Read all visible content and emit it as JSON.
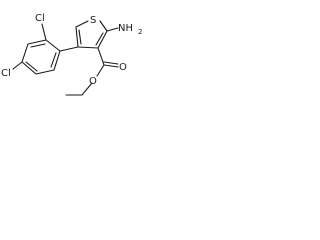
{
  "atoms": {
    "sulfur": "S",
    "amino_n": "NH",
    "amino_h_sub": "2",
    "chloro_top": "Cl",
    "chloro_bottom": "Cl",
    "carbonyl_o": "O",
    "ester_o": "O"
  },
  "colors": {
    "ink": "#1a1a1a",
    "background": "#ffffff"
  }
}
